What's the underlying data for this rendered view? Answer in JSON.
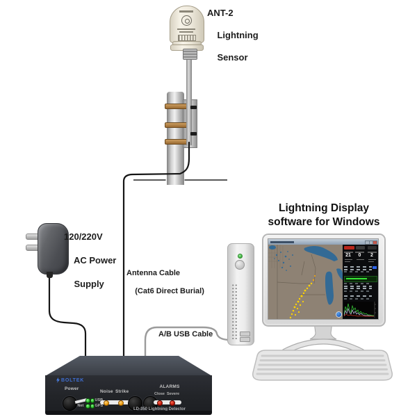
{
  "diagram": {
    "sensor_label": [
      "ANT-2",
      "Lightning",
      "Sensor"
    ],
    "power_supply_label": [
      "120/220V",
      "AC Power",
      "Supply"
    ],
    "antenna_cable_label": [
      "Antenna Cable",
      "(Cat6 Direct Burial)"
    ],
    "usb_cable_label": "A/B USB Cable",
    "display_title": [
      "Lightning Display",
      "software for Windows"
    ]
  },
  "detector": {
    "brand": "BOLTEK",
    "model_label": "LD-350 Lightning Detector",
    "power_label": "Power",
    "usb_led_label": "USB",
    "gps_led_label": "GPS",
    "net_led_label": "Net",
    "noise_label": "Noise",
    "strike_label": "Strike",
    "alarms_label": "ALARMS",
    "close_label": "Close",
    "severe_label": "Severe"
  },
  "screen": {
    "stats": [
      {
        "value": "21"
      },
      {
        "value": "0"
      },
      {
        "value": "2"
      }
    ]
  },
  "colors": {
    "strike_dot": "#ffd400",
    "led_green": "#35d435",
    "led_amber": "#ffb428",
    "alarm_red": "#cc1000",
    "brand_blue": "#3f6fd4",
    "map_land": "#8e8274",
    "map_water": "#336a95"
  }
}
